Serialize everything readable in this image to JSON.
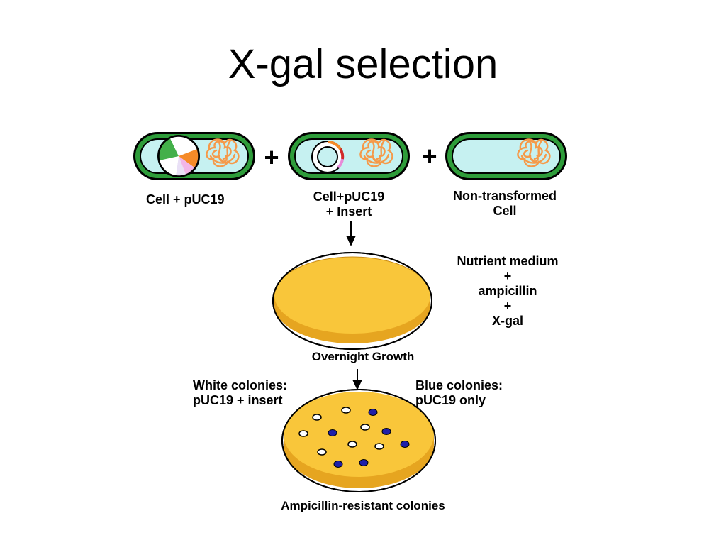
{
  "title": "X-gal selection",
  "cells": [
    {
      "label_lines": [
        "Cell + pUC19"
      ]
    },
    {
      "label_lines": [
        "Cell+pUC19",
        "+ Insert"
      ]
    },
    {
      "label_lines": [
        "Non-transformed",
        "Cell"
      ]
    }
  ],
  "operators": {
    "plus_1": "+",
    "plus_2": "+"
  },
  "medium": {
    "lines": [
      "Nutrient medium",
      "+",
      "ampicillin",
      "+",
      "X-gal"
    ]
  },
  "overnight_label": "Overnight Growth",
  "white_colonies": {
    "lines": [
      "White colonies:",
      "pUC19 + insert"
    ]
  },
  "blue_colonies": {
    "lines": [
      "Blue colonies:",
      "pUC19 only"
    ]
  },
  "bottom_label": "Ampicillin-resistant colonies",
  "colors": {
    "cell_fill": "#c6f1f1",
    "cell_border": "#2e9c3a",
    "agar": "#f9c63a",
    "agar_edge": "#e6a520",
    "dna": "#f59a4a",
    "blue_colony": "#1f1fa8",
    "white_colony": "#ffffff"
  }
}
